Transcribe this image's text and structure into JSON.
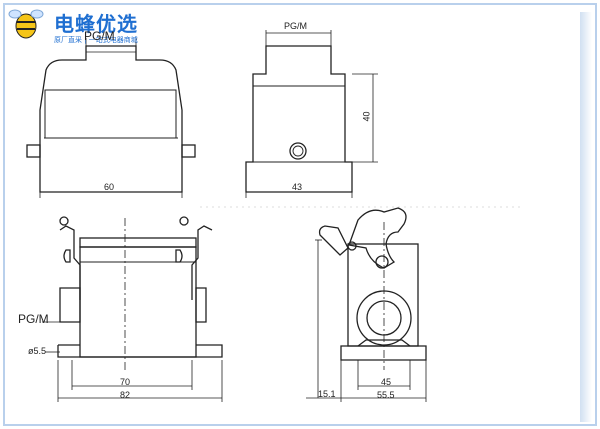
{
  "watermark": {
    "brand": "电蜂优选",
    "tagline": "原厂直采 | 一站式电器商城",
    "icon": "bee-icon",
    "color": "#1f6fd1"
  },
  "drawings": {
    "top_front": {
      "pg_label": "PG/M",
      "width_label": "60"
    },
    "top_side": {
      "pg_label": "PG/M",
      "width_label": "43",
      "height_label": "40"
    },
    "bottom_front": {
      "pg_label": "PG/M",
      "hole_label": "ø5.5",
      "inner_label": "70",
      "outer_label": "82"
    },
    "bottom_side": {
      "left_label": "15.1",
      "inner_label": "45",
      "outer_label": "55.5"
    }
  },
  "colors": {
    "line": "#222222",
    "border": "#7fa8d8"
  }
}
